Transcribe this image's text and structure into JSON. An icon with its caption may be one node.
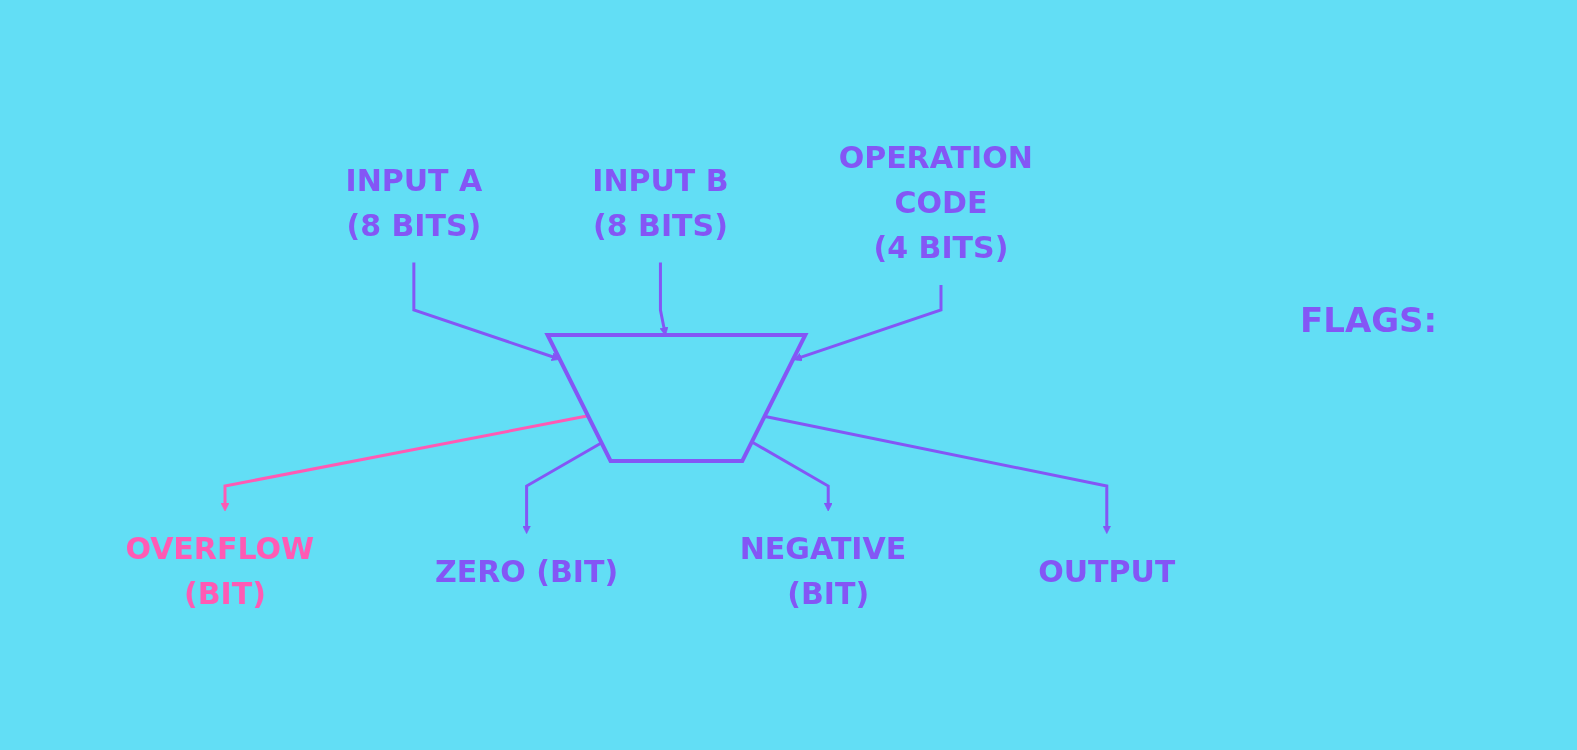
{
  "diagram": {
    "nodes": [
      {
        "text": [
          "INPUT A",
          "(8 BITS)"
        ]
      },
      {
        "text": [
          "INPUT B",
          "(8 BITS)"
        ]
      },
      {
        "text": [
          "OPERATION CODE",
          "(4 BITS)"
        ]
      },
      {
        "text": [],
        "shape": "trapezoid"
      },
      {
        "text": [
          "OVERFLOW (BIT)"
        ]
      },
      {
        "text": [
          "ZERO (BIT)"
        ]
      },
      {
        "text": [
          "NEGATIVE (BIT)"
        ]
      },
      {
        "text": [
          "OUTPUT"
        ]
      }
    ],
    "edges": [
      {
        "from": 0,
        "to": 3,
        "arrow": "to"
      },
      {
        "from": 1,
        "to": 3,
        "arrow": "to"
      },
      {
        "from": 2,
        "to": 3,
        "arrow": "to"
      },
      {
        "from": 3,
        "to": 4,
        "arrow": "to",
        "color": "#ff5ab4"
      },
      {
        "from": 3,
        "to": 5,
        "arrow": "to"
      },
      {
        "from": 3,
        "to": 6,
        "arrow": "to"
      },
      {
        "from": 3,
        "to": 7,
        "arrow": "to"
      }
    ],
    "labels": [
      "FLAGS:"
    ]
  }
}
